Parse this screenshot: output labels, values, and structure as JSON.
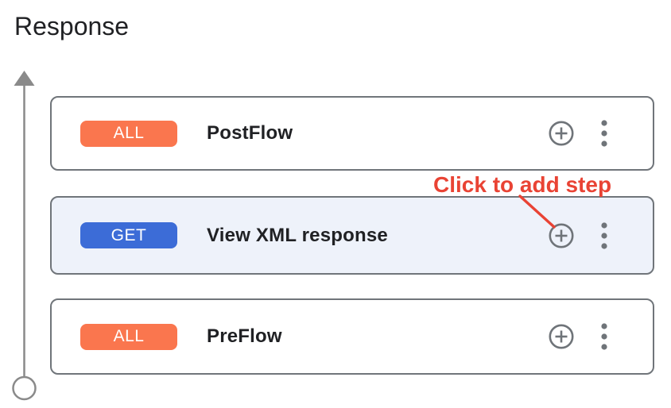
{
  "header": {
    "title": "Response"
  },
  "flow_cards": [
    {
      "method": "ALL",
      "name": "PostFlow",
      "highlighted": false
    },
    {
      "method": "GET",
      "name": "View XML response",
      "highlighted": true
    },
    {
      "method": "ALL",
      "name": "PreFlow",
      "highlighted": false
    }
  ],
  "annotation": {
    "text": "Click to add step"
  },
  "icons": {
    "add_step": "plus-circle-icon",
    "more_options": "kebab-menu-icon",
    "direction": "arrow-up-icon",
    "endpoint": "circle-endpoint-icon"
  },
  "colors": {
    "badge_all": "#fa764e",
    "badge_get": "#3c6cd7",
    "annotation_red": "#e94334",
    "card_border": "#70757a",
    "highlight_bg": "#eef2fa",
    "icon_gray": "#6f7479",
    "rail_gray": "#8a8a8a",
    "text_dark": "#202124"
  }
}
